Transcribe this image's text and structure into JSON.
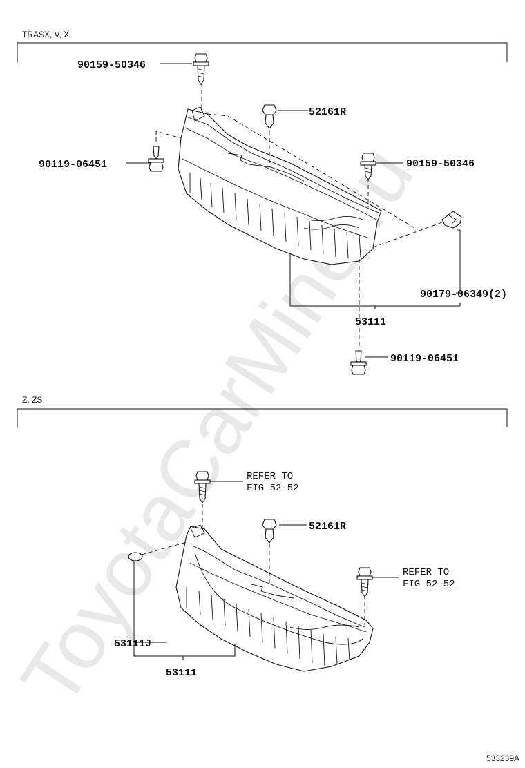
{
  "watermark": "ToyotaCarMine.ru",
  "diagram_code": "533239A",
  "section_top": {
    "header": "TRASX, V, X",
    "labels": {
      "bolt_top": "90159-50346",
      "clip_center": "52161R",
      "bolt_left": "90119-06451",
      "bolt_right": "90159-50346",
      "nut_clip": "90179-06349(2)",
      "grille": "53111",
      "bolt_bottom": "90119-06451"
    }
  },
  "section_bottom": {
    "header": "Z, ZS",
    "labels": {
      "refer_left_line1": "REFER TO",
      "refer_left_line2": "FIG 52-52",
      "clip_center": "52161R",
      "refer_right_line1": "REFER TO",
      "refer_right_line2": "FIG 52-52",
      "emblem": "53111J",
      "grille": "53111"
    }
  }
}
